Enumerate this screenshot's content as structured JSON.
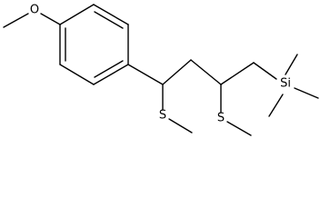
{
  "molecule": {
    "atoms": {
      "oxygen": "O",
      "sulfur_1": "S",
      "sulfur_2": "S",
      "silicon": "Si"
    }
  }
}
